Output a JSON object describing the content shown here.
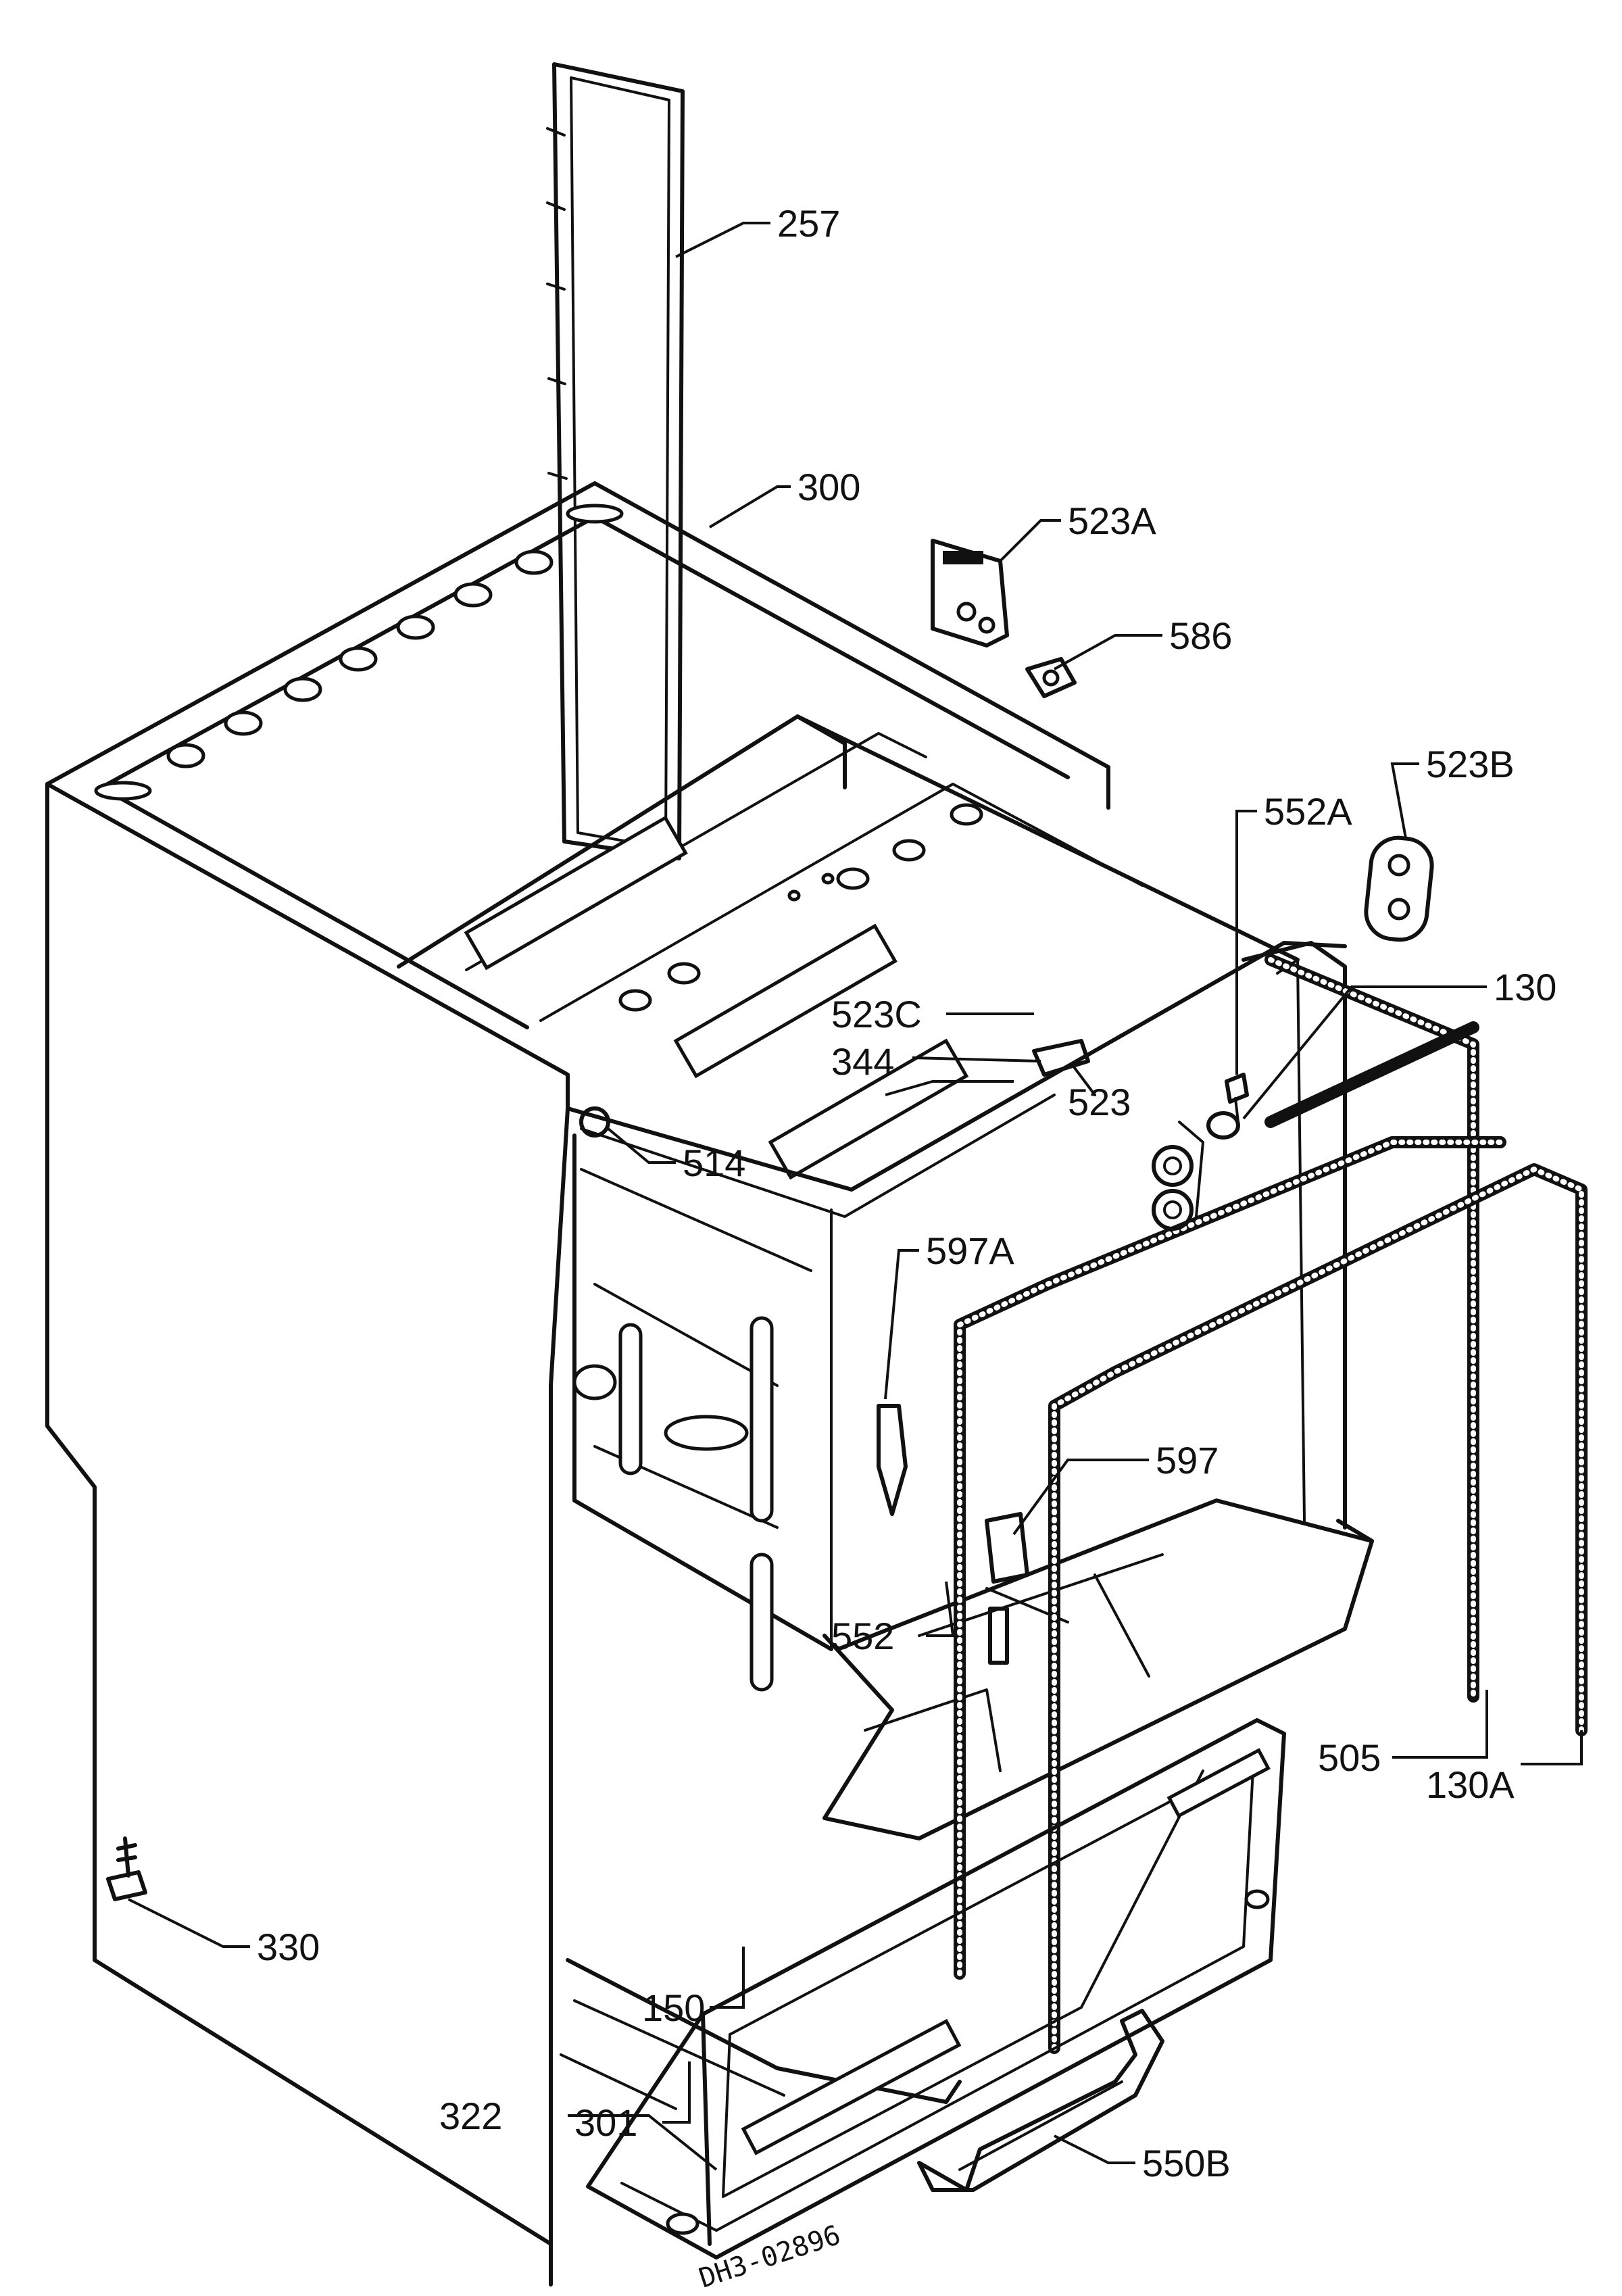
{
  "diagram": {
    "drawing_number": "DH3-02896",
    "labels": {
      "p257": "257",
      "p300": "300",
      "p523A": "523A",
      "p586": "586",
      "p523B": "523B",
      "p552A": "552A",
      "p130": "130",
      "p523C": "523C",
      "p344": "344",
      "p523": "523",
      "p514": "514",
      "p597A": "597A",
      "p597": "597",
      "p552": "552",
      "p505": "505",
      "p130A": "130A",
      "p150": "150",
      "p330": "330",
      "p301": "301",
      "p322": "322",
      "p550B": "550B"
    }
  }
}
